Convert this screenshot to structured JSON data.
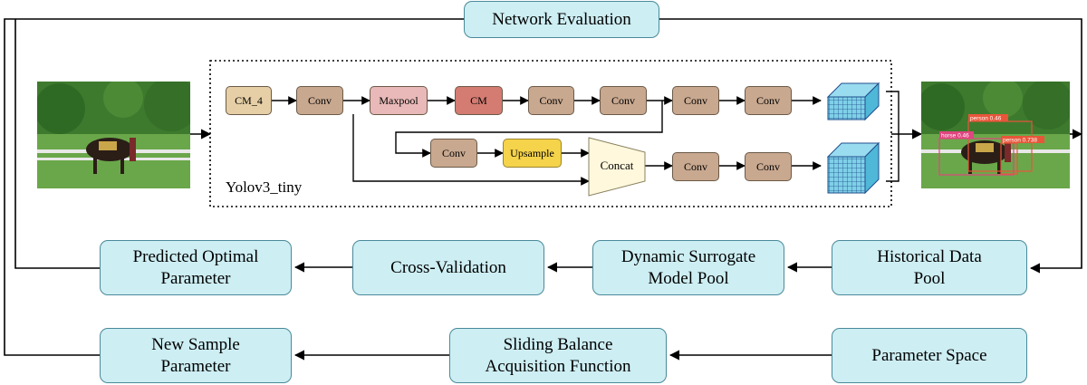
{
  "diagram": {
    "top_box": "Network Evaluation",
    "network": {
      "caption": "Yolov3_tiny",
      "blocks": {
        "cm4": "CM_4",
        "conv": "Conv",
        "maxpool": "Maxpool",
        "cm": "CM",
        "upsample": "Upsample",
        "concat": "Concat"
      }
    },
    "detections": {
      "person_a": "person 0.46",
      "horse": "horse 0.46",
      "person_b": "person 0.738"
    },
    "row1": {
      "historical": "Historical Data\nPool",
      "surrogate": "Dynamic Surrogate\nModel Pool",
      "cross_validation": "Cross-Validation",
      "predicted": "Predicted Optimal\nParameter"
    },
    "row2": {
      "parameter_space": "Parameter Space",
      "acquisition": "Sliding Balance\nAcquisition Function",
      "new_sample": "New Sample\nParameter"
    }
  }
}
